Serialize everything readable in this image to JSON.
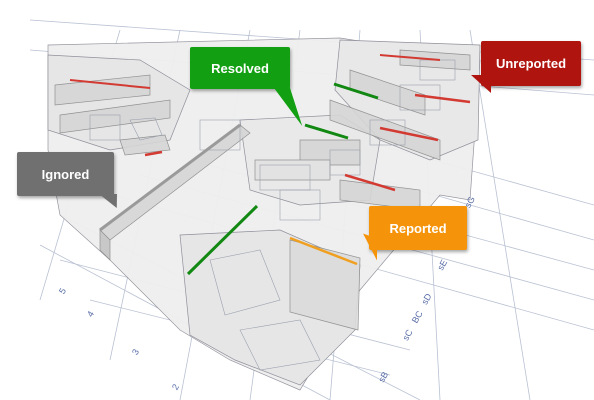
{
  "callouts": {
    "resolved": {
      "label": "Resolved",
      "color": "#12a012"
    },
    "unreported": {
      "label": "Unreported",
      "color": "#b0140f"
    },
    "ignored": {
      "label": "Ignored",
      "color": "#707070"
    },
    "reported": {
      "label": "Reported",
      "color": "#f5940a"
    }
  },
  "grid_labels": {
    "l5": "5",
    "l4": "4",
    "l3": "3",
    "l2": "2",
    "lsb": "sB",
    "lsc": "sC",
    "lbc": "BC",
    "lsd": "sD",
    "lse": "sE",
    "lsg": "sG"
  },
  "colors": {
    "grid_line": "#b4bccc",
    "floor_fill": "#ececec",
    "wall_fill": "#d9d9d9",
    "resolved_edge": "#118811",
    "unreported_edge": "#d23a32",
    "reported_edge": "#f0a020",
    "ignored_wall": "#a9a9a9"
  }
}
